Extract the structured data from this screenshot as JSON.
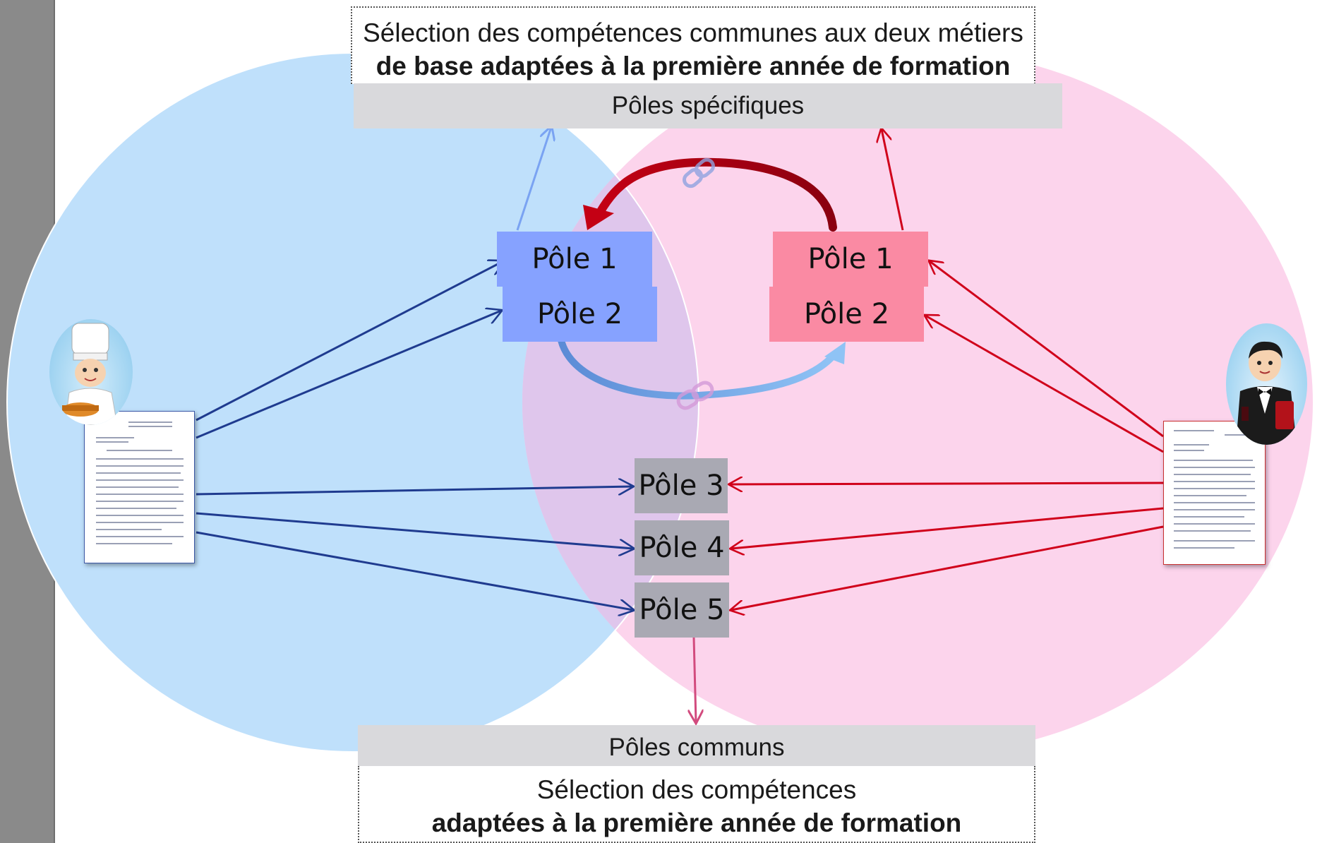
{
  "top_caption": {
    "line1": "Sélection des compétences communes aux deux métiers",
    "line2": "de base adaptées à la première année de formation"
  },
  "top_bar": {
    "label": "Pôles spécifiques"
  },
  "left_poles": {
    "pole1": "Pôle 1",
    "pole2": "Pôle 2"
  },
  "right_poles": {
    "pole1": "Pôle 1",
    "pole2": "Pôle 2"
  },
  "common_poles": {
    "pole3": "Pôle 3",
    "pole4": "Pôle 4",
    "pole5": "Pôle 5"
  },
  "bottom_bar": {
    "label": "Pôles communs"
  },
  "bottom_caption": {
    "line1": "Sélection des compétences",
    "line2": "adaptées à la première année de formation"
  },
  "icons": {
    "left_avatar": "chef-icon",
    "right_avatar": "waiter-icon",
    "left_document": "document-icon",
    "right_document": "document-icon",
    "chain": "chain-link-icon"
  },
  "colors": {
    "left_circle": "#bfe0fb",
    "right_circle": "#fcd4ec",
    "overlap": "#dfc6ec",
    "blue_pole": "#86a2ff",
    "pink_pole": "#fa8aa3",
    "grey_pole": "#a9a9b3",
    "blue_arrow": "#1f3b8f",
    "red_arrow": "#d0021b"
  }
}
